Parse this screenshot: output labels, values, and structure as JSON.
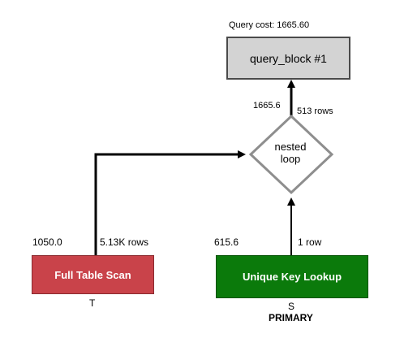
{
  "diagram": {
    "query_cost_label": "Query cost: 1665.60",
    "query_block": {
      "label": "query_block #1"
    },
    "nested_loop": {
      "line1": "nested",
      "line2": "loop",
      "cost": "1665.6",
      "rows": "513 rows"
    },
    "full_table_scan": {
      "label": "Full Table Scan",
      "cost": "1050.0",
      "rows": "5.13K rows",
      "table": "T",
      "color": "#c9434a"
    },
    "unique_key_lookup": {
      "label": "Unique Key Lookup",
      "cost": "615.6",
      "rows": "1 row",
      "table": "S",
      "key": "PRIMARY",
      "color": "#0b7a0b"
    }
  }
}
